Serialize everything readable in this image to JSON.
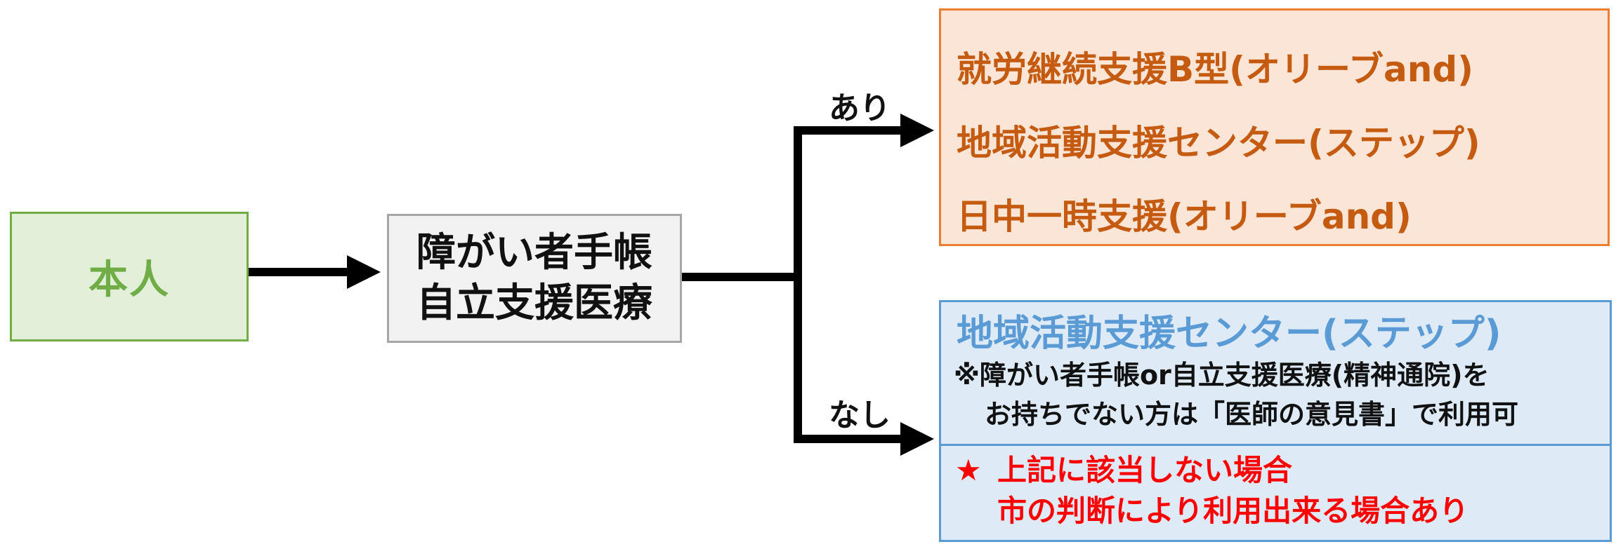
{
  "nodes": {
    "self": {
      "label": "本人"
    },
    "certificate": {
      "lines": [
        "障がい者手帳",
        "自立支援医療"
      ]
    },
    "with_certificate": {
      "lines": [
        "就労継続支援B型(オリーブand)",
        "地域活動支援センター(ステップ)",
        "日中一時支援(オリーブand)"
      ]
    },
    "without_certificate": {
      "title": "地域活動支援センター(ステップ)",
      "note_line1": "※障がい者手帳or自立支援医療(精神通院)を",
      "note_line2": "お持ちでない方は「医師の意見書」で利用可",
      "condition_marker": "★",
      "condition_line1": "上記に該当しない場合",
      "condition_line2": "市の判断により利用出来る場合あり"
    }
  },
  "branches": {
    "yes": "あり",
    "no": "なし"
  },
  "colors": {
    "self_fill": "#e2efd9",
    "self_border": "#70ad47",
    "certificate_fill": "#f2f2f2",
    "with_fill": "#fbe5d6",
    "with_text": "#c55a11",
    "without_fill": "#deebf7",
    "without_border": "#5b9bd5",
    "condition_text": "#ff0000",
    "connector": "#000000"
  }
}
